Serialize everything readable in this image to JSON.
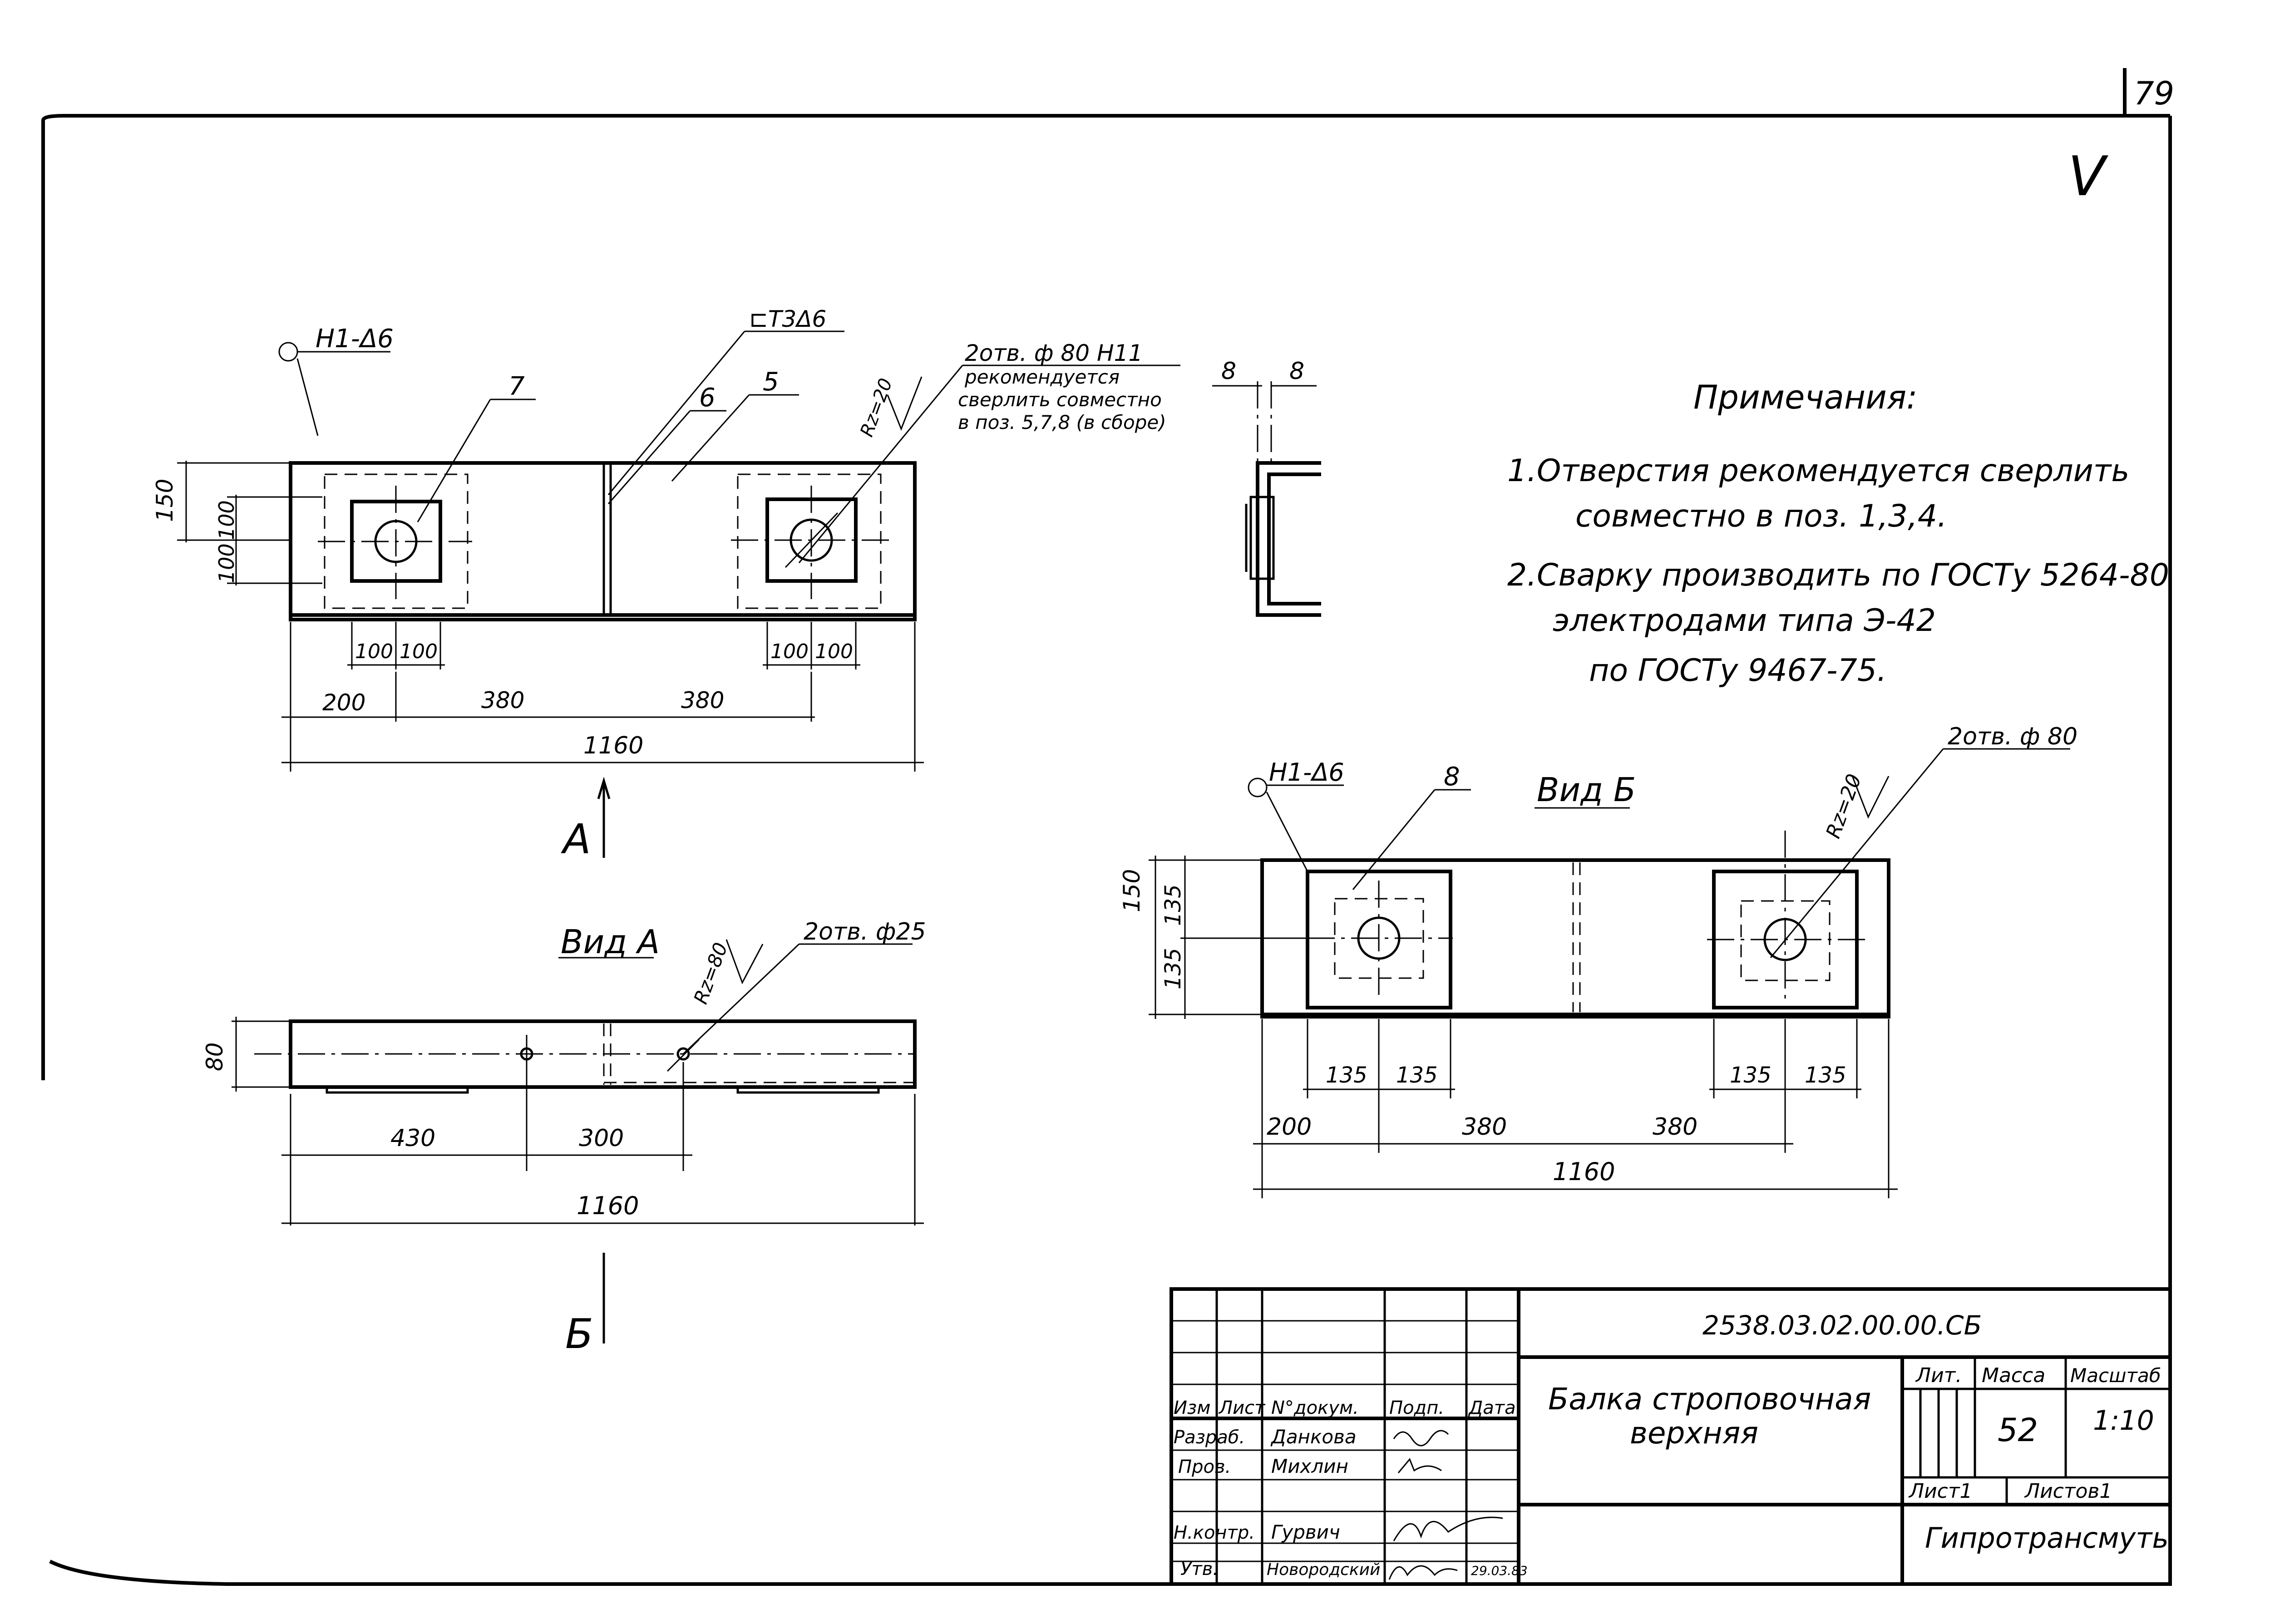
{
  "sheet": {
    "page_number": "79",
    "roughness_mark": "V"
  },
  "notes": {
    "title": "Примечания:",
    "line1": "1.Отверстия рекомендуется сверлить",
    "line2": "совместно в поз. 1,3,4.",
    "line3": "2.Сварку производить по ГОСТу 5264-80",
    "line4": "электродами типа Э-42",
    "line5": "по ГОСТу 9467-75."
  },
  "main_view": {
    "weld_mark_left": "Н1-Δ6",
    "weld_mark_top": "⊏Т3Δ6",
    "pos_7": "7",
    "pos_6": "6",
    "pos_5": "5",
    "hole_note_1": "2отв. ф 80 Н11",
    "hole_note_2": "рекомендуется",
    "hole_note_3": "сверлить совместно",
    "hole_note_4": "в поз. 5,7,8 (в сборе)",
    "roughness": "Rz=20",
    "dim_150": "150",
    "dim_100a": "100",
    "dim_100b": "100",
    "dim_100c": "100",
    "dim_100d": "100",
    "dim_100e": "100",
    "dim_100f": "100",
    "dim_200": "200",
    "dim_380a": "380",
    "dim_380b": "380",
    "dim_1160": "1160",
    "arrow_label": "А"
  },
  "section_view": {
    "dim_8a": "8",
    "dim_8b": "8"
  },
  "view_a": {
    "title": "Вид А",
    "hole_note": "2отв. ф25",
    "roughness": "Rz=80",
    "dim_80": "80",
    "dim_430": "430",
    "dim_300": "300",
    "dim_1160": "1160",
    "arrow_label": "Б"
  },
  "view_b": {
    "title": "Вид Б",
    "weld_mark": "Н1-Δ6",
    "pos_8": "8",
    "hole_note": "2отв. ф 80",
    "roughness": "Rz=20",
    "dim_150": "150",
    "dim_135a": "135",
    "dim_135b": "135",
    "dim_135c": "135",
    "dim_135d": "135",
    "dim_135e": "135",
    "dim_135f": "135",
    "dim_200": "200",
    "dim_380a": "380",
    "dim_380b": "380",
    "dim_1160": "1160"
  },
  "title_block": {
    "doc_number": "2538.03.02.00.00.СБ",
    "name_line1": "Балка строповочная",
    "name_line2": "верхняя",
    "col_izm": "Изм",
    "col_list": "Лист",
    "col_doc": "N°докум.",
    "col_sign": "Подп.",
    "col_date": "Дата",
    "role_razrab": "Разраб.",
    "name_razrab": "Данкова",
    "role_prov": "Пров.",
    "name_prov": "Михлин",
    "role_nkontr": "Н.контр.",
    "name_nkontr": "Гурвич",
    "role_utv": "Утв.",
    "name_utv": "Новородский",
    "date_utv": "29.03.83",
    "lit_label": "Лит.",
    "mass_label": "Масса",
    "scale_label": "Масштаб",
    "mass_value": "52",
    "scale_value": "1:10",
    "sheet_label": "Лист1",
    "sheets_label": "Листов1",
    "organization": "Гипротрансмуть"
  }
}
